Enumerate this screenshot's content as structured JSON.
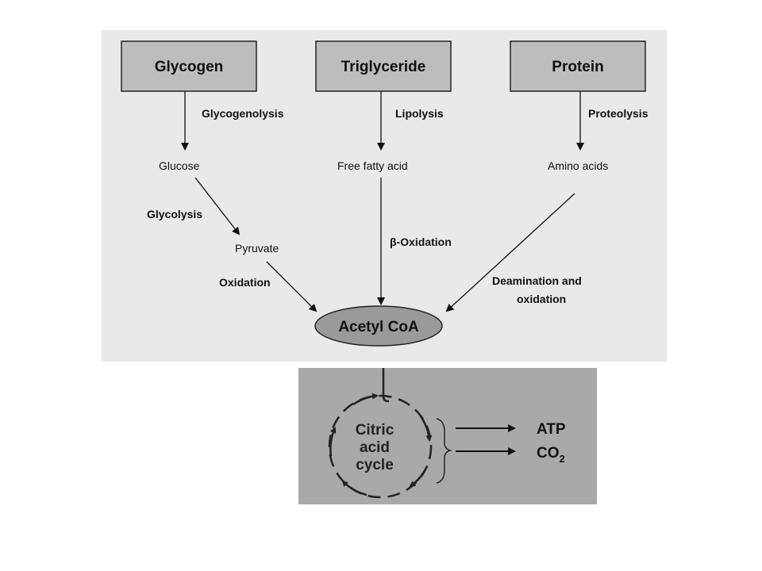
{
  "sources": [
    {
      "label": "Glycogen"
    },
    {
      "label": "Triglyceride"
    },
    {
      "label": "Protein"
    }
  ],
  "processes": {
    "glycogenolysis": "Glycogenolysis",
    "lipolysis": "Lipolysis",
    "proteolysis": "Proteolysis",
    "glycolysis": "Glycolysis",
    "beta_oxidation": "β-Oxidation",
    "oxidation": "Oxidation",
    "deamination_line1": "Deamination and",
    "deamination_line2": "oxidation"
  },
  "intermediates": {
    "glucose": "Glucose",
    "free_fatty_acid": "Free fatty acid",
    "amino_acids": "Amino acids",
    "pyruvate": "Pyruvate"
  },
  "hub": "Acetyl CoA",
  "cycle": {
    "line1": "Citric",
    "line2": "acid",
    "line3": "cycle"
  },
  "outputs": {
    "atp": "ATP",
    "co2_base": "CO",
    "co2_sub": "2"
  }
}
